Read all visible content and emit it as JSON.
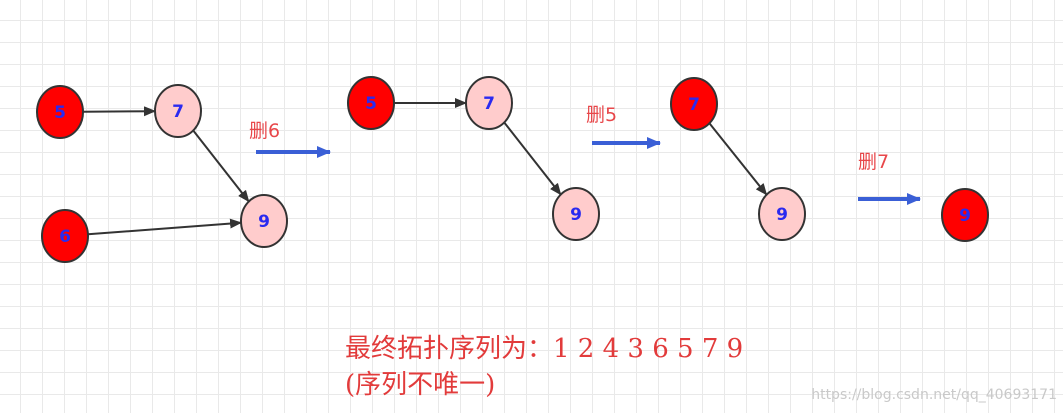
{
  "colors": {
    "removable_fill": "#ff0000",
    "normal_fill": "#ffcccc",
    "node_stroke": "#333333",
    "label": "#2a2af0",
    "edge": "#333333",
    "transition_arrow": "#3a5fd6",
    "annotation": "#e23b3b"
  },
  "stages": [
    {
      "nodes": [
        {
          "id": "5",
          "label": "5",
          "style": "removable"
        },
        {
          "id": "7",
          "label": "7",
          "style": "normal"
        },
        {
          "id": "6",
          "label": "6",
          "style": "removable"
        },
        {
          "id": "9",
          "label": "9",
          "style": "normal"
        }
      ],
      "edges": [
        [
          "5",
          "7"
        ],
        [
          "7",
          "9"
        ],
        [
          "6",
          "9"
        ]
      ]
    },
    {
      "nodes": [
        {
          "id": "5",
          "label": "5",
          "style": "removable"
        },
        {
          "id": "7",
          "label": "7",
          "style": "normal"
        },
        {
          "id": "9",
          "label": "9",
          "style": "normal"
        }
      ],
      "edges": [
        [
          "5",
          "7"
        ],
        [
          "7",
          "9"
        ]
      ]
    },
    {
      "nodes": [
        {
          "id": "7",
          "label": "7",
          "style": "removable"
        },
        {
          "id": "9",
          "label": "9",
          "style": "normal"
        }
      ],
      "edges": [
        [
          "7",
          "9"
        ]
      ]
    },
    {
      "nodes": [
        {
          "id": "9",
          "label": "9",
          "style": "removable"
        }
      ],
      "edges": []
    }
  ],
  "transitions": [
    {
      "label": "删6"
    },
    {
      "label": "删5"
    },
    {
      "label": "删7"
    }
  ],
  "result_line1": "最终拓扑序列为：1 2 4 3 6 5 7 9",
  "result_line2": "(序列不唯一)",
  "watermark": "https://blog.csdn.net/qq_40693171"
}
